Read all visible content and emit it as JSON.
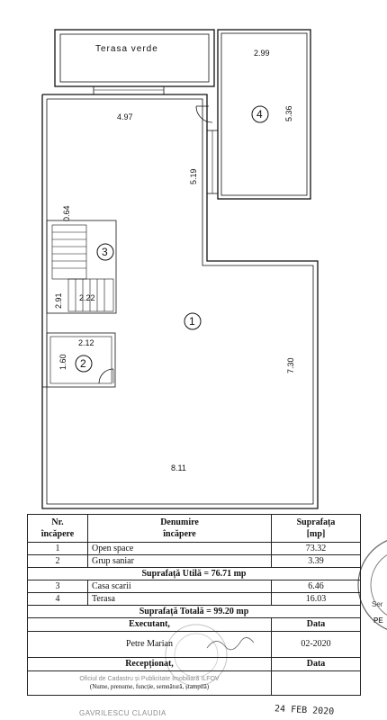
{
  "plan": {
    "terrace_label": "Terasa verde",
    "dimensions": {
      "d_497": "4.97",
      "d_299": "2.99",
      "d_536": "5.36",
      "d_519": "5.19",
      "d_064": "0.64",
      "d_291": "2.91",
      "d_222": "2.22",
      "d_212": "2.12",
      "d_160": "1.60",
      "d_730": "7.30",
      "d_811": "8.11"
    },
    "room_markers": [
      "1",
      "2",
      "3",
      "4"
    ]
  },
  "table": {
    "headers": {
      "nr": "Nr. încăpere",
      "nr_l1": "Nr.",
      "nr_l2": "încăpere",
      "name_l1": "Denumire",
      "name_l2": "încăpere",
      "area_l1": "Suprafața",
      "area_l2": "[mp]"
    },
    "rows_group1": [
      {
        "nr": "1",
        "name": "Open space",
        "area": "73.32"
      },
      {
        "nr": "2",
        "name": "Grup saniar",
        "area": "3.39"
      }
    ],
    "useful_total": "Suprafață Utilă = 76.71 mp",
    "rows_group2": [
      {
        "nr": "3",
        "name": "Casa scarii",
        "area": "6.46"
      },
      {
        "nr": "4",
        "name": "Terasa",
        "area": "16.03"
      }
    ],
    "grand_total": "Suprafață Totală = 99.20 mp",
    "executant_label": "Executant,",
    "data_label": "Data",
    "executant_name": "Petre Marian",
    "executant_date": "02-2020",
    "receptionat_label": "Recepționat,",
    "data_label_2": "Data",
    "footer_line1": "Oficiul de Cadastru și Publicitate Imobiliară ILFOV",
    "footer_line2": "(Nume, prenume, funcție, semnătură, ștampilă)",
    "footer_line3": "GAVRILESCU CLAUDIA"
  },
  "stamp": {
    "date_handwritten": "24 FEB 2020",
    "side_text_1": "Ser",
    "side_text_2": "PE"
  }
}
